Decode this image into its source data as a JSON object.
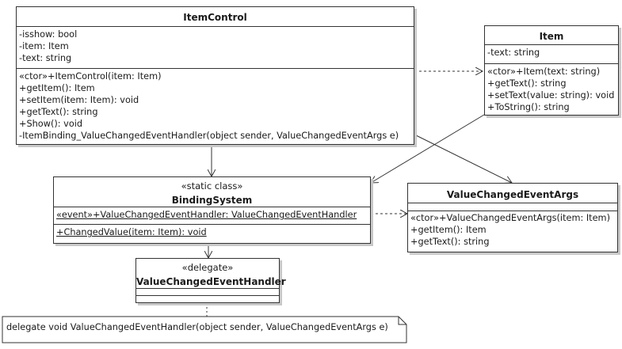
{
  "classes": {
    "item_control": {
      "name": "ItemControl",
      "attributes": [
        "-isshow: bool",
        "-item: Item",
        "-text: string"
      ],
      "operations": [
        "«ctor»+ItemControl(item: Item)",
        "+getItem(): Item",
        "+setItem(item: Item): void",
        "+getText(): string",
        "+Show(): void",
        "-ItemBinding_ValueChangedEventHandler(object sender, ValueChangedEventArgs e)"
      ]
    },
    "item": {
      "name": "Item",
      "attributes": [
        "-text: string"
      ],
      "operations": [
        "«ctor»+Item(text: string)",
        "+getText(): string",
        "+setText(value: string): void",
        "+ToString(): string"
      ]
    },
    "binding_system": {
      "stereotype": "«static class»",
      "name": "BindingSystem",
      "attributes": [
        "«event»+ValueChangedEventHandler: ValueChangedEventHandler"
      ],
      "operations": [
        "+ChangedValue(item: Item): void"
      ]
    },
    "value_changed_event_args": {
      "name": "ValueChangedEventArgs",
      "operations": [
        "«ctor»+ValueChangedEventArgs(item: Item)",
        "+getItem(): Item",
        "+getText(): string"
      ]
    },
    "value_changed_event_handler": {
      "stereotype": "«delegate»",
      "name": "ValueChangedEventHandler"
    }
  },
  "note": {
    "text": "delegate void ValueChangedEventHandler(object sender, ValueChangedEventArgs e)"
  },
  "colors": {
    "line": "#333333",
    "shadow": "#c8c8c8",
    "background": "#ffffff"
  }
}
